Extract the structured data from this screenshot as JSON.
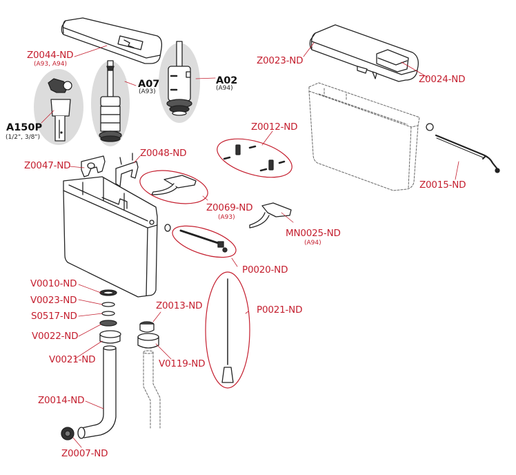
{
  "diagram": {
    "type": "exploded-parts-diagram",
    "subject": "toilet cistern spare parts",
    "colors": {
      "part_label": "#c41e2e",
      "leader_line": "#c41e2e",
      "group_ellipse": "#c41e2e",
      "component_shading": "#dcdcdc",
      "outline": "#222222"
    },
    "red_labels": [
      {
        "id": "z0044",
        "code": "Z0044-ND",
        "note": "(A93, A94)"
      },
      {
        "id": "z0023",
        "code": "Z0023-ND",
        "note": null
      },
      {
        "id": "z0024",
        "code": "Z0024-ND",
        "note": null
      },
      {
        "id": "z0012",
        "code": "Z0012-ND",
        "note": null
      },
      {
        "id": "z0015",
        "code": "Z0015-ND",
        "note": null
      },
      {
        "id": "z0047",
        "code": "Z0047-ND",
        "note": null
      },
      {
        "id": "z0048",
        "code": "Z0048-ND",
        "note": null
      },
      {
        "id": "z0069",
        "code": "Z0069-ND",
        "note": "(A93)"
      },
      {
        "id": "mn0025",
        "code": "MN0025-ND",
        "note": "(A94)"
      },
      {
        "id": "p0020",
        "code": "P0020-ND",
        "note": null
      },
      {
        "id": "p0021",
        "code": "P0021-ND",
        "note": null
      },
      {
        "id": "v0010",
        "code": "V0010-ND",
        "note": null
      },
      {
        "id": "v0023",
        "code": "V0023-ND",
        "note": null
      },
      {
        "id": "s0517",
        "code": "S0517-ND",
        "note": null
      },
      {
        "id": "v0022",
        "code": "V0022-ND",
        "note": null
      },
      {
        "id": "v0021",
        "code": "V0021-ND",
        "note": null
      },
      {
        "id": "z0013",
        "code": "Z0013-ND",
        "note": null
      },
      {
        "id": "v0119",
        "code": "V0119-ND",
        "note": null
      },
      {
        "id": "z0014",
        "code": "Z0014-ND",
        "note": null
      },
      {
        "id": "z0007",
        "code": "Z0007-ND",
        "note": null
      }
    ],
    "mechanism_labels": [
      {
        "id": "a150p",
        "code": "A150P",
        "note": "(1/2\", 3/8\")"
      },
      {
        "id": "a07",
        "code": "A07",
        "note": "(A93)"
      },
      {
        "id": "a02",
        "code": "A02",
        "note": "(A94)"
      }
    ]
  }
}
